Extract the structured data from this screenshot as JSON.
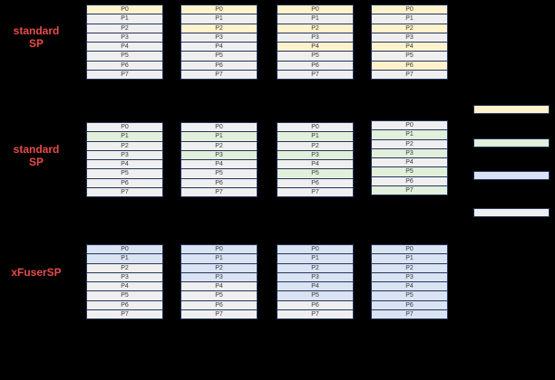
{
  "colors": {
    "background": "#000000",
    "yellow": "#FFF2CC",
    "green": "#E2EFDA",
    "blue": "#DAE3F3",
    "gray": "#EFEFEF",
    "border": "#22355C",
    "label_red": "#E94B4B"
  },
  "rows": [
    "P0",
    "P1",
    "P2",
    "P3",
    "P4",
    "P5",
    "P6",
    "P7"
  ],
  "groups": [
    {
      "label_lines": [
        "standard",
        "SP"
      ],
      "highlight": "yellow",
      "columns": [
        {
          "highlighted": [
            "P0"
          ]
        },
        {
          "highlighted": [
            "P0",
            "P2"
          ]
        },
        {
          "highlighted": [
            "P0",
            "P2",
            "P4"
          ]
        },
        {
          "highlighted": [
            "P0",
            "P2",
            "P4",
            "P6"
          ]
        }
      ]
    },
    {
      "label_lines": [
        "standard",
        "SP"
      ],
      "highlight": "green",
      "columns": [
        {
          "highlighted": [
            "P1"
          ]
        },
        {
          "highlighted": [
            "P1",
            "P3"
          ]
        },
        {
          "highlighted": [
            "P1",
            "P3",
            "P5"
          ]
        },
        {
          "highlighted": [
            "P1",
            "P3",
            "P5",
            "P7"
          ]
        }
      ]
    },
    {
      "label_lines": [
        "xFuserSP"
      ],
      "highlight": "blue",
      "columns": [
        {
          "highlighted": [
            "P0",
            "P1"
          ]
        },
        {
          "highlighted": [
            "P0",
            "P1",
            "P2",
            "P3"
          ]
        },
        {
          "highlighted": [
            "P0",
            "P1",
            "P2",
            "P3",
            "P4",
            "P5"
          ]
        },
        {
          "highlighted": [
            "P0",
            "P1",
            "P2",
            "P3",
            "P4",
            "P5",
            "P6",
            "P7"
          ]
        }
      ]
    }
  ],
  "legend": {
    "swatches": [
      {
        "color": "yellow"
      },
      {
        "color": "green"
      },
      {
        "color": "blue"
      },
      {
        "color": "gray"
      }
    ]
  }
}
